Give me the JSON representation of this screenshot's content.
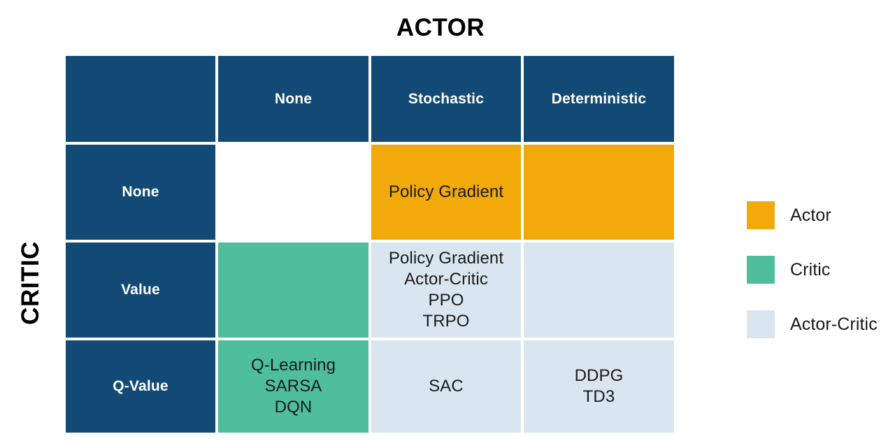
{
  "titles": {
    "column_axis": "ACTOR",
    "row_axis": "CRITIC"
  },
  "colors": {
    "header_navy": "#124a75",
    "actor_orange": "#f2a90a",
    "critic_teal": "#4fbe9b",
    "actor_critic_lightblue": "#d9e6f0",
    "empty_white": "#ffffff",
    "text_dark": "#1a1a1a",
    "text_light": "#ffffff",
    "background": "#ffffff"
  },
  "chart_data": {
    "type": "table",
    "title": "",
    "xlabel": "ACTOR",
    "ylabel": "CRITIC",
    "column_headers": [
      "",
      "None",
      "Stochastic",
      "Deterministic"
    ],
    "row_headers": [
      "None",
      "Value",
      "Q-Value"
    ],
    "cells": [
      [
        {
          "row": "None",
          "col": "None",
          "category": "empty",
          "items": []
        },
        {
          "row": "None",
          "col": "Stochastic",
          "category": "actor",
          "items": [
            "Policy Gradient"
          ]
        },
        {
          "row": "None",
          "col": "Deterministic",
          "category": "actor",
          "items": []
        }
      ],
      [
        {
          "row": "Value",
          "col": "None",
          "category": "critic",
          "items": []
        },
        {
          "row": "Value",
          "col": "Stochastic",
          "category": "actor-critic",
          "items": [
            "Policy Gradient",
            "Actor-Critic",
            "PPO",
            "TRPO"
          ]
        },
        {
          "row": "Value",
          "col": "Deterministic",
          "category": "actor-critic",
          "items": []
        }
      ],
      [
        {
          "row": "Q-Value",
          "col": "None",
          "category": "critic",
          "items": [
            "Q-Learning",
            "SARSA",
            "DQN"
          ]
        },
        {
          "row": "Q-Value",
          "col": "Stochastic",
          "category": "actor-critic",
          "items": [
            "SAC"
          ]
        },
        {
          "row": "Q-Value",
          "col": "Deterministic",
          "category": "actor-critic",
          "items": [
            "DDPG",
            "TD3"
          ]
        }
      ]
    ]
  },
  "matrix": {
    "header": {
      "corner": "",
      "col_none": "None",
      "col_stochastic": "Stochastic",
      "col_deterministic": "Deterministic"
    },
    "row_none": {
      "label": "None",
      "none": "",
      "stochastic": "Policy Gradient",
      "deterministic": ""
    },
    "row_value": {
      "label": "Value",
      "none": "",
      "stochastic_lines": [
        "Policy Gradient",
        "Actor-Critic",
        "PPO",
        "TRPO"
      ],
      "stochastic_l0": "Policy Gradient",
      "stochastic_l1": "Actor-Critic",
      "stochastic_l2": "PPO",
      "stochastic_l3": "TRPO",
      "deterministic": ""
    },
    "row_qvalue": {
      "label": "Q-Value",
      "none_lines": [
        "Q-Learning",
        "SARSA",
        "DQN"
      ],
      "none_l0": "Q-Learning",
      "none_l1": "SARSA",
      "none_l2": "DQN",
      "stochastic": "SAC",
      "deterministic_lines": [
        "DDPG",
        "TD3"
      ],
      "deterministic_l0": "DDPG",
      "deterministic_l1": "TD3"
    }
  },
  "legend": {
    "items": [
      {
        "label": "Actor",
        "color": "#f2a90a",
        "swatch_name": "legend-swatch-actor"
      },
      {
        "label": "Critic",
        "color": "#4fbe9b",
        "swatch_name": "legend-swatch-critic"
      },
      {
        "label": "Actor-Critic",
        "color": "#d9e6f0",
        "swatch_name": "legend-swatch-actor-critic"
      }
    ]
  }
}
